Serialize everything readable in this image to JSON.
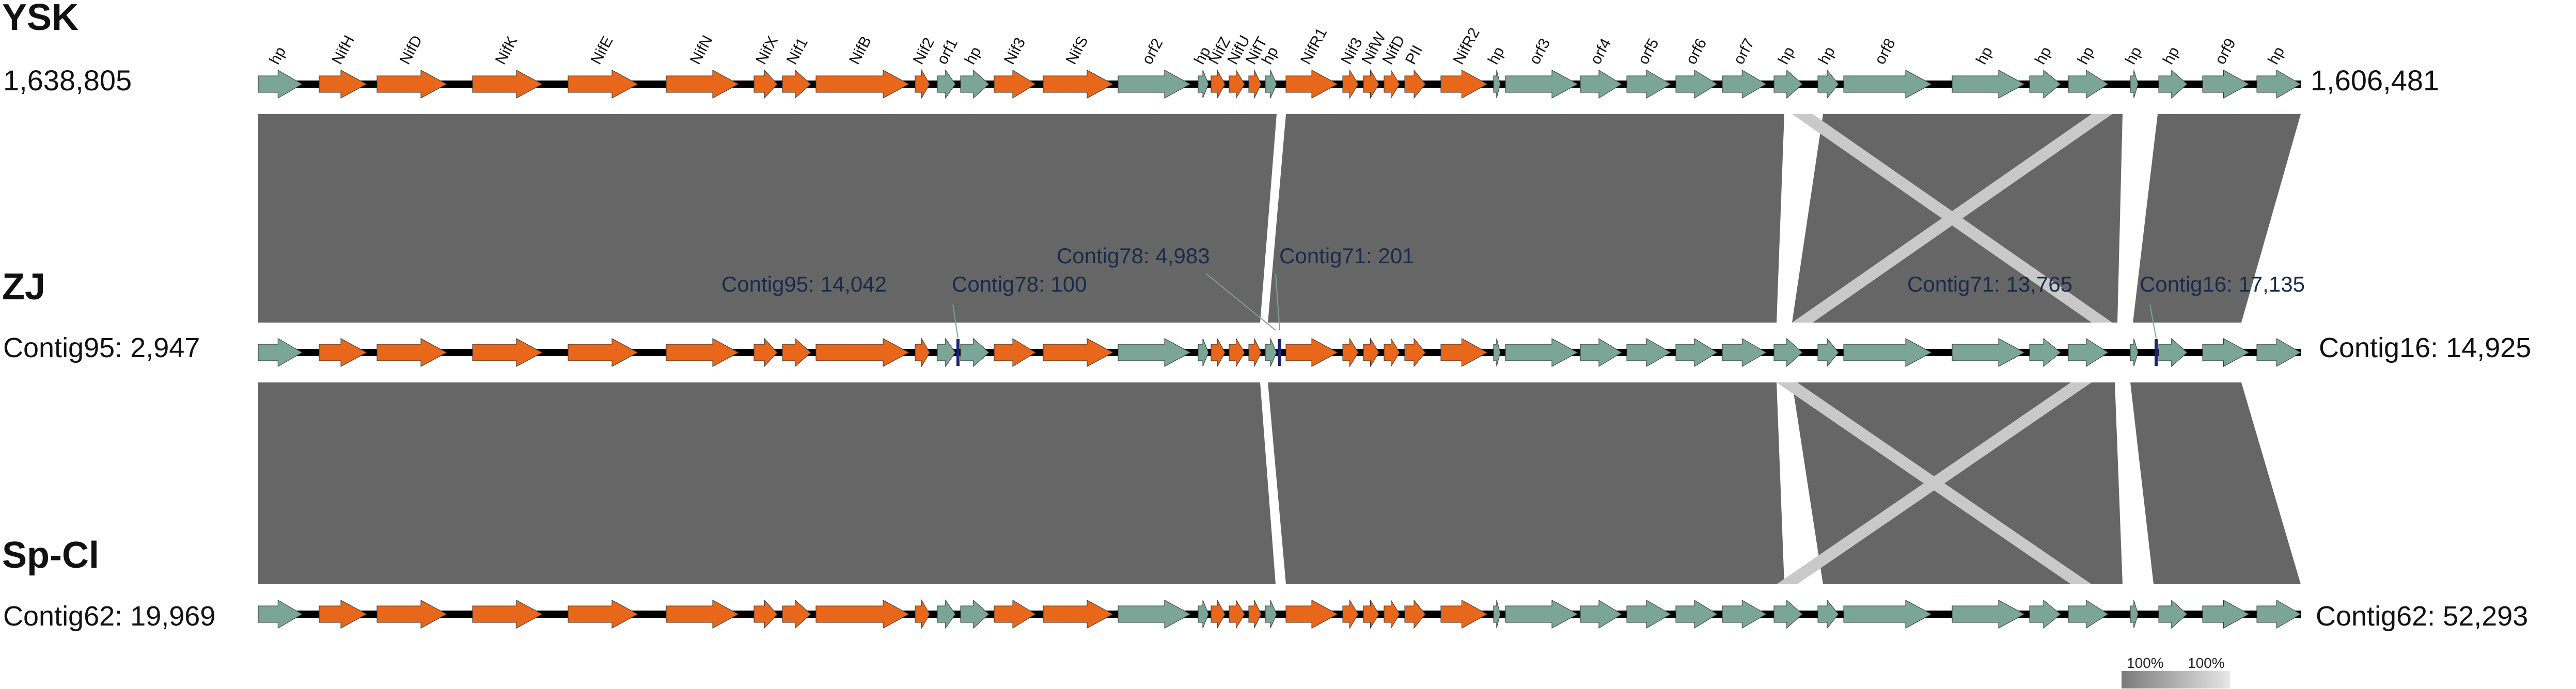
{
  "colors": {
    "nif": "#e8671b",
    "other": "#7aa597",
    "backbone": "#000000",
    "block": "#666666",
    "inverted": "#c9c9c9",
    "junction": "#1a237e",
    "legend_dark": "#7a7a7a",
    "legend_light": "#e6e6e6"
  },
  "strains": [
    {
      "name": "YSK",
      "left": "1,638,805",
      "right": "1,606,481"
    },
    {
      "name": "ZJ",
      "left": "Contig95: 2,947",
      "right": "Contig16: 14,925"
    },
    {
      "name": "Sp-Cl",
      "left": "Contig62: 19,969",
      "right": "Contig62: 52,293"
    }
  ],
  "genes": [
    {
      "label": "hp",
      "type": "other"
    },
    {
      "label": "NifH",
      "type": "nif"
    },
    {
      "label": "NifD",
      "type": "nif"
    },
    {
      "label": "NifK",
      "type": "nif"
    },
    {
      "label": "NifE",
      "type": "nif"
    },
    {
      "label": "NifN",
      "type": "nif"
    },
    {
      "label": "NifX",
      "type": "nif"
    },
    {
      "label": "Nif1",
      "type": "nif"
    },
    {
      "label": "NifB",
      "type": "nif"
    },
    {
      "label": "Nif2",
      "type": "nif"
    },
    {
      "label": "orf1",
      "type": "other"
    },
    {
      "label": "hp",
      "type": "other"
    },
    {
      "label": "Nif3",
      "type": "nif"
    },
    {
      "label": "NifS",
      "type": "nif"
    },
    {
      "label": "orf2",
      "type": "other"
    },
    {
      "label": "hp",
      "type": "other"
    },
    {
      "label": "NifZ",
      "type": "nif"
    },
    {
      "label": "NifU",
      "type": "nif"
    },
    {
      "label": "NifT",
      "type": "nif"
    },
    {
      "label": "hp",
      "type": "other"
    },
    {
      "label": "NifR1",
      "type": "nif"
    },
    {
      "label": "Nif3",
      "type": "nif"
    },
    {
      "label": "NifW",
      "type": "nif"
    },
    {
      "label": "NifD",
      "type": "nif"
    },
    {
      "label": "PII",
      "type": "nif"
    },
    {
      "label": "NifR2",
      "type": "nif"
    },
    {
      "label": "hp",
      "type": "other"
    },
    {
      "label": "orf3",
      "type": "other"
    },
    {
      "label": "orf4",
      "type": "other"
    },
    {
      "label": "orf5",
      "type": "other"
    },
    {
      "label": "orf6",
      "type": "other"
    },
    {
      "label": "orf7",
      "type": "other"
    },
    {
      "label": "hp",
      "type": "other"
    },
    {
      "label": "hp",
      "type": "other"
    },
    {
      "label": "orf8",
      "type": "other"
    },
    {
      "label": "hp",
      "type": "other"
    },
    {
      "label": "hp",
      "type": "other"
    },
    {
      "label": "hp",
      "type": "other"
    },
    {
      "label": "hp",
      "type": "other"
    },
    {
      "label": "hp",
      "type": "other"
    },
    {
      "label": "orf9",
      "type": "other"
    },
    {
      "label": "hp",
      "type": "other"
    }
  ],
  "contig_junctions": [
    {
      "text": "Contig95: 14,042"
    },
    {
      "text": "Contig78: 100"
    },
    {
      "text": "Contig78: 4,983"
    },
    {
      "text": "Contig71: 201"
    },
    {
      "text": "Contig71: 13,765"
    },
    {
      "text": "Contig16: 17,135"
    }
  ],
  "legend": {
    "left": "100%",
    "right": "100%"
  }
}
